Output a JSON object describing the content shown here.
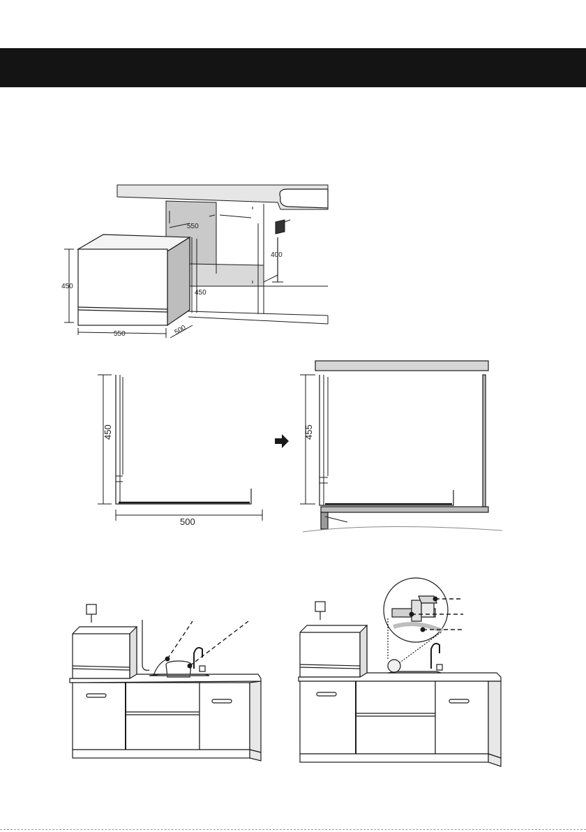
{
  "figure1": {
    "dim_cabinet_width": "550",
    "dim_cabinet_height": "400",
    "dim_unit_height": "450",
    "dim_unit_width": "550",
    "dim_unit_height_side": "450",
    "dim_unit_depth": "500"
  },
  "figure2": {
    "dim_left_height": "450",
    "dim_left_depth": "500",
    "dim_right_height": "455"
  },
  "colors": {
    "header": "#141414",
    "line": "#1a1a1a",
    "shade": "#bdbdbd",
    "panel": "#e6e6e6"
  }
}
